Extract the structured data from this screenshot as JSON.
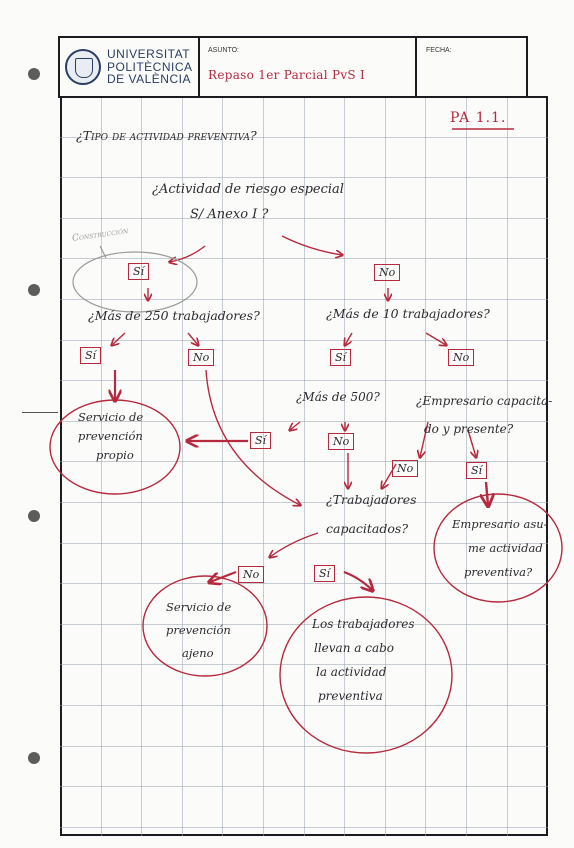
{
  "header": {
    "university": [
      "UNIVERSITAT",
      "POLITÈCNICA",
      "DE VALÈNCIA"
    ],
    "asunto_label": "ASUNTO:",
    "asunto_value": "Repaso 1er Parcial PvS I",
    "fecha_label": "FECHA:"
  },
  "page_code": "PA 1.1.",
  "title": "¿Tipo de actividad preventiva?",
  "flow": {
    "q_riesgo": "¿Actividad de riesgo especial",
    "q_riesgo_2": "S/ Anexo I ?",
    "construccion": "Construcción",
    "si_1": "Sí",
    "no_1": "No",
    "q_250": "¿Más de 250 trabajadores?",
    "q_10": "¿Más de 10 trabajadores?",
    "si_250": "Sí",
    "no_250": "No",
    "si_10": "Sí",
    "no_10": "No",
    "q_500": "¿Más de 500?",
    "q_empresario": "¿Empresario capacita-",
    "q_empresario_2": "do y presente?",
    "si_500": "Sí",
    "no_500": "No",
    "no_emp": "No",
    "si_emp": "Sí",
    "servicio_propio": [
      "Servicio de",
      "prevención",
      "propio"
    ],
    "q_trab_cap": "¿Trabajadores",
    "q_trab_cap_2": "capacitados?",
    "empresario_asume": [
      "Empresario asu-",
      "me actividad",
      "preventiva?"
    ],
    "no_cap": "No",
    "si_cap": "Sí",
    "servicio_ajeno": [
      "Servicio de",
      "prevención",
      "ajeno"
    ],
    "trabajadores_llevan": [
      "Los trabajadores",
      "llevan a cabo",
      "la actividad",
      "preventiva"
    ]
  }
}
